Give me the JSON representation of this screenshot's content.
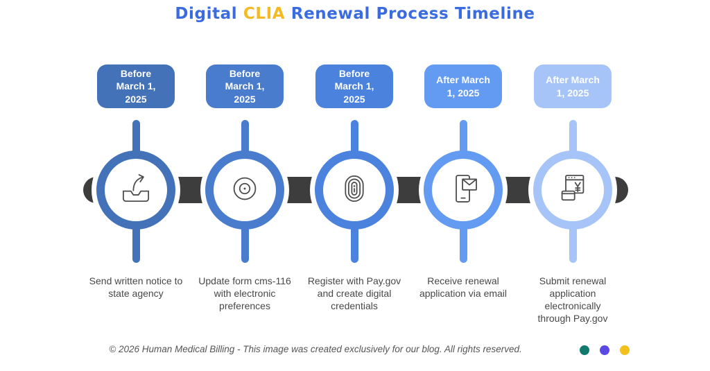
{
  "title": {
    "part1": "Digital ",
    "highlight": "CLIA",
    "part2": " Renewal Process Timeline"
  },
  "colors": {
    "title_blue": "#3A6BE1",
    "title_yellow": "#F3BA26",
    "bar": "#3D3D3D",
    "description_text": "#474747"
  },
  "timeline": {
    "steps": [
      {
        "date_label": "Before March 1, 2025",
        "description": "Send written notice to state agency",
        "accent": "#4472B9",
        "icon": "send-tray-icon"
      },
      {
        "date_label": "Before March 1, 2025",
        "description": "Update form cms-116 with electronic preferences",
        "accent": "#4A7CCE",
        "icon": "disc-icon"
      },
      {
        "date_label": "Before March 1, 2025",
        "description": "Register with Pay.gov and create digital credentials",
        "accent": "#4B82DE",
        "icon": "fingerprint-icon"
      },
      {
        "date_label": "After March 1, 2025",
        "description": "Receive renewal application via email",
        "accent": "#639AF2",
        "icon": "phone-email-icon"
      },
      {
        "date_label": "After March 1, 2025",
        "description": "Submit renewal application electronically through Pay.gov",
        "accent": "#A6C4F8",
        "icon": "payment-window-icon"
      }
    ]
  },
  "footer": {
    "text": "© 2026 Human Medical Billing - This image was created exclusively for our blog. All rights reserved.",
    "dot_colors": [
      "#0F7A6D",
      "#5A49E2",
      "#F4C01E"
    ]
  }
}
